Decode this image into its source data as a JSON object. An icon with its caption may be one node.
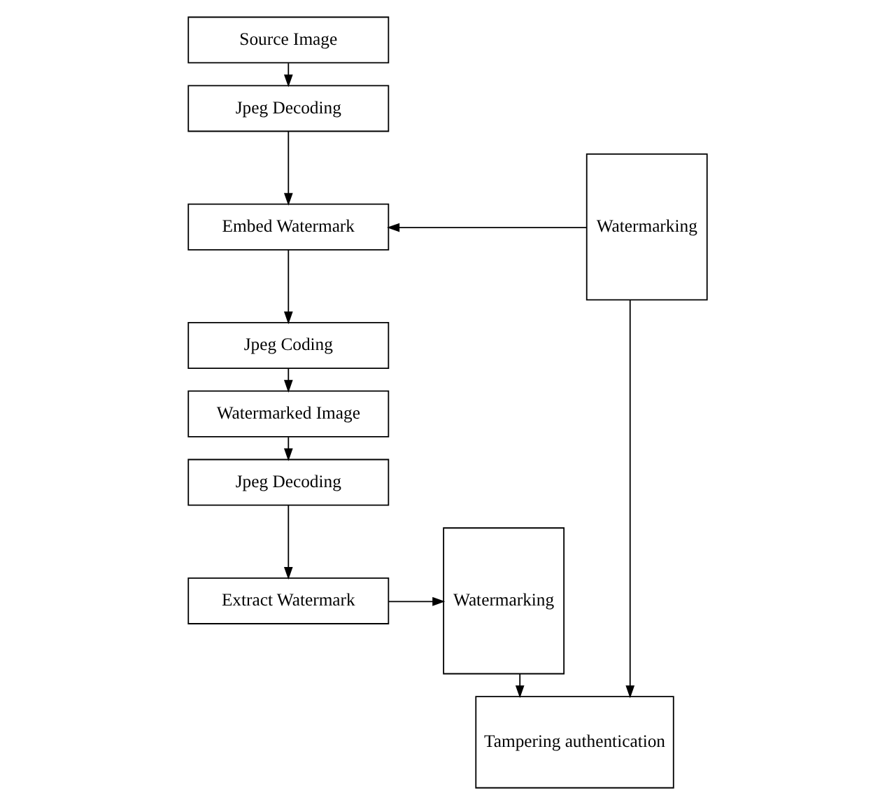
{
  "diagram": {
    "nodes": [
      {
        "text": [
          "Source Image"
        ]
      },
      {
        "text": [
          "Jpeg Decoding"
        ]
      },
      {
        "text": [
          "Embed Watermark"
        ]
      },
      {
        "text": [
          "Jpeg Coding"
        ]
      },
      {
        "text": [
          "Watermarked Image"
        ]
      },
      {
        "text": [
          "Jpeg Decoding"
        ]
      },
      {
        "text": [
          "Extract Watermark"
        ]
      },
      {
        "text": [
          "Watermarking"
        ]
      },
      {
        "text": [
          "Tampering authentication"
        ]
      },
      {
        "text": [
          "Watermarking"
        ]
      }
    ],
    "edges": [
      {
        "from": 0,
        "to": 1,
        "arrow": "to"
      },
      {
        "from": 1,
        "to": 2,
        "arrow": "to"
      },
      {
        "from": 2,
        "to": 3,
        "arrow": "to"
      },
      {
        "from": 3,
        "to": 4,
        "arrow": "to"
      },
      {
        "from": 4,
        "to": 5,
        "arrow": "to"
      },
      {
        "from": 5,
        "to": 6,
        "arrow": "to"
      },
      {
        "from": 7,
        "to": 2,
        "arrow": "to"
      },
      {
        "from": 7,
        "to": 8,
        "arrow": "to"
      },
      {
        "from": 6,
        "to": 9,
        "arrow": "to"
      },
      {
        "from": 9,
        "to": 8,
        "arrow": "to"
      }
    ]
  }
}
